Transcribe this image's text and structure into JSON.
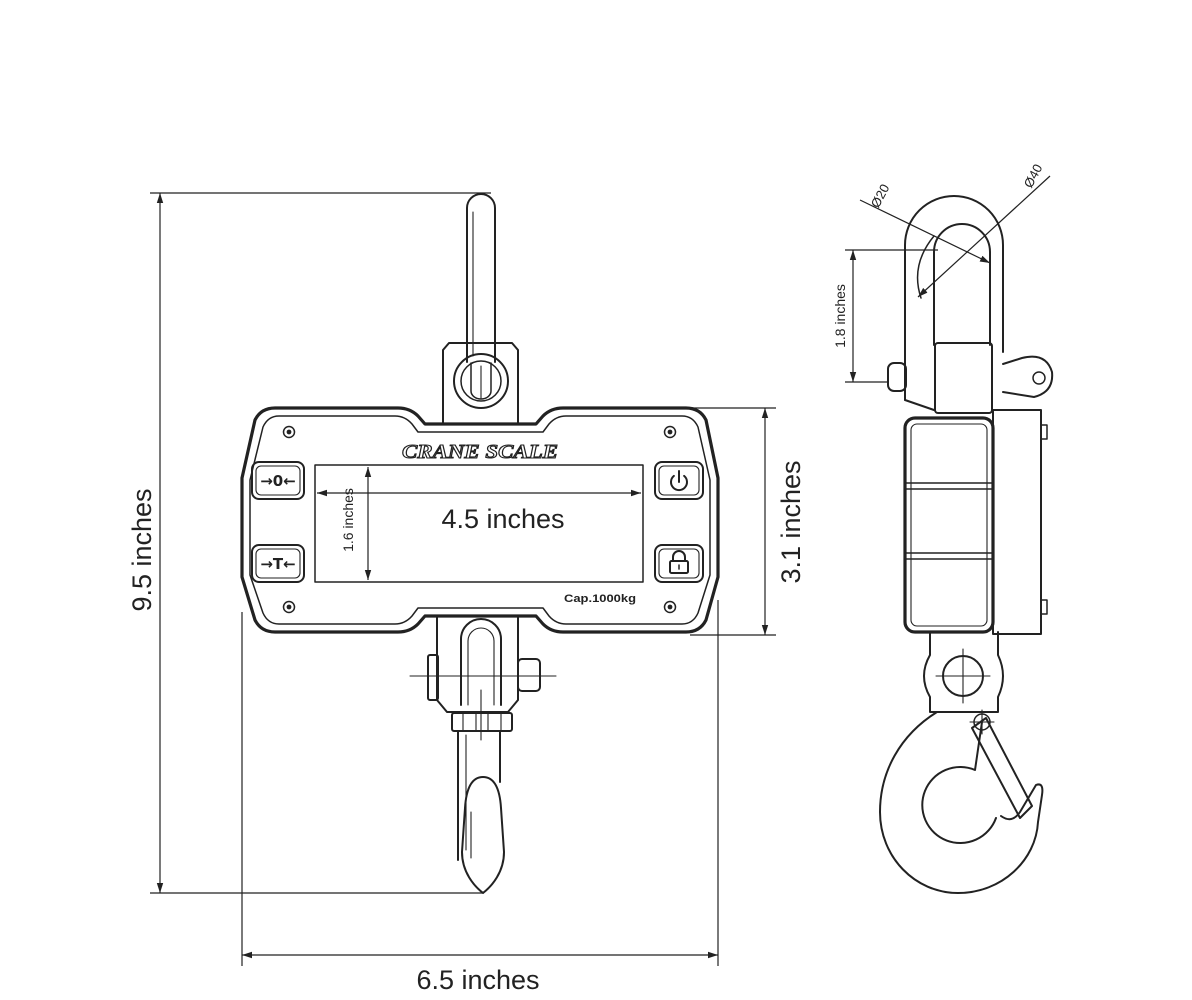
{
  "dimensions": {
    "overall_height": "9.5 inches",
    "overall_width": "6.5 inches",
    "body_height": "3.1 inches",
    "display_width": "4.5 inches",
    "display_height": "1.6 inches",
    "shackle_opening_height": "1.8 inches",
    "shackle_inner_diameter": "Ø20",
    "shackle_outer_diameter": "Ø40"
  },
  "scale_face": {
    "brand": "CRANE SCALE",
    "capacity": "Cap.1000kg",
    "zero_key": "→0←",
    "tare_key": "→T←",
    "power_key_icon": "power-icon",
    "lock_key_icon": "lock-icon"
  },
  "colors": {
    "line": "#222222",
    "background": "#ffffff"
  }
}
